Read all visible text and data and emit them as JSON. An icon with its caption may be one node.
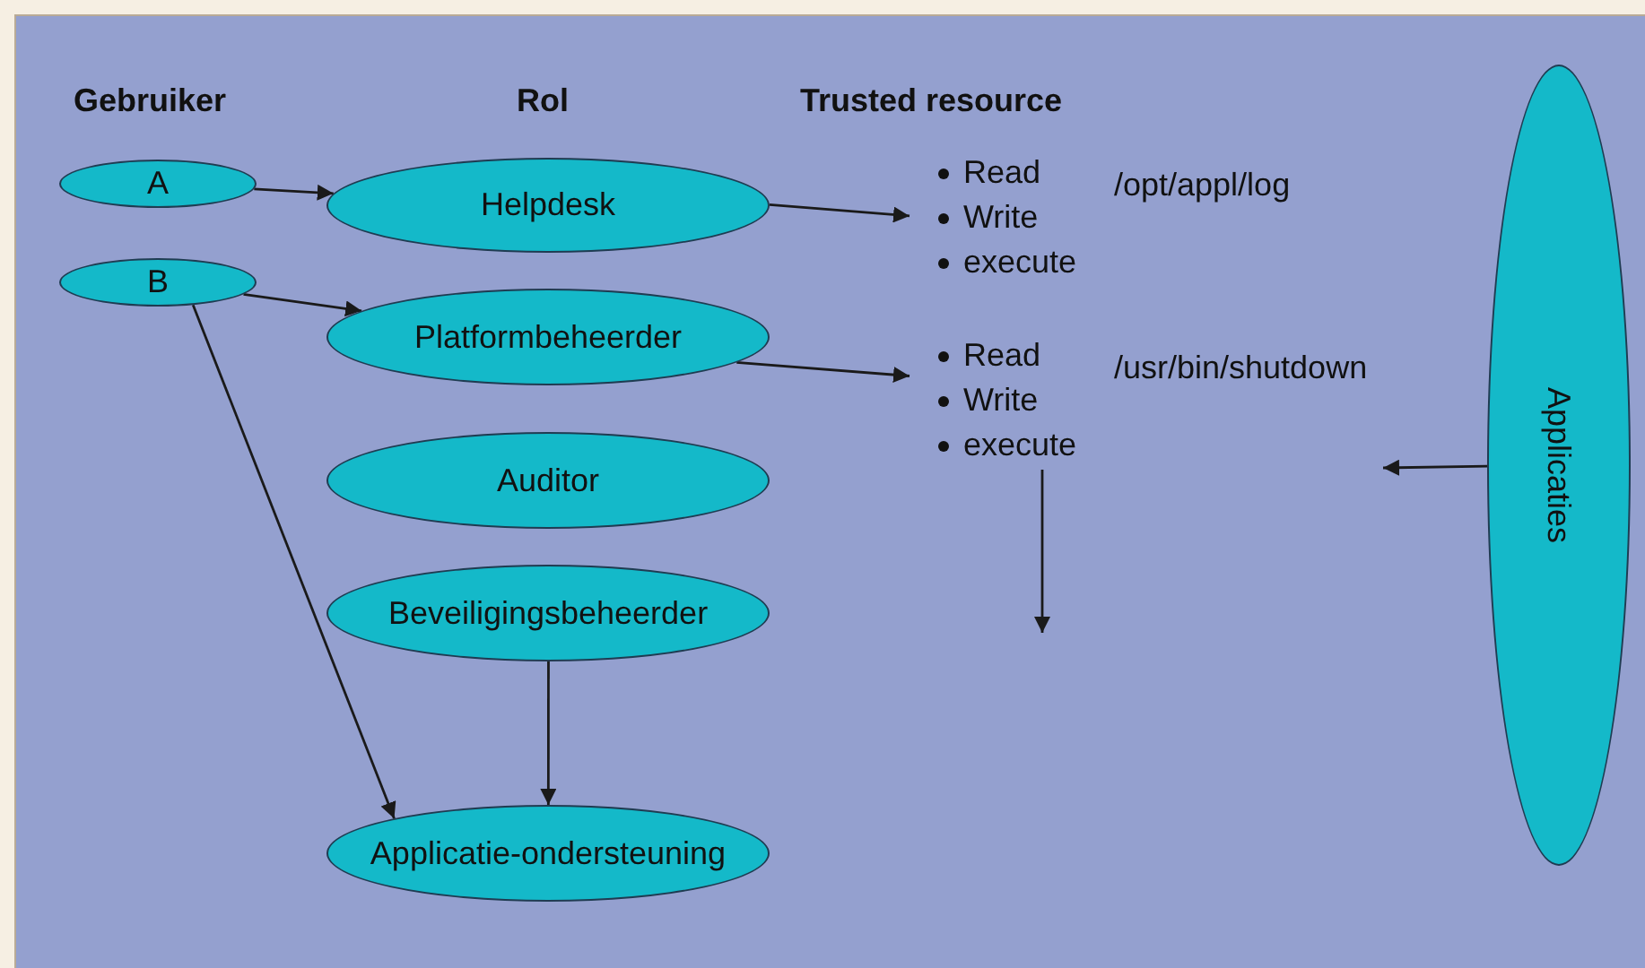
{
  "diagram": {
    "nodes": [
      {
        "text": [
          "A"
        ]
      },
      {
        "text": [
          "B"
        ]
      },
      {
        "text": [
          "Helpdesk"
        ]
      },
      {
        "text": [
          "Platformbeheerder"
        ]
      },
      {
        "text": [
          "Auditor"
        ]
      },
      {
        "text": [
          "Beveiligingsbeheerder"
        ]
      },
      {
        "text": [
          "Applicatie-ondersteuning"
        ]
      },
      {
        "text": [
          "Read",
          "Write",
          "execute"
        ]
      },
      {
        "text": [
          "Read",
          "Write",
          "execute"
        ]
      },
      {
        "text": [
          "Applicaties"
        ]
      }
    ],
    "edges": [
      {
        "from": 0,
        "to": 2,
        "arrow": "to"
      },
      {
        "from": 1,
        "to": 3,
        "arrow": "to"
      },
      {
        "from": 1,
        "to": 6,
        "arrow": "to"
      },
      {
        "from": 5,
        "to": 6,
        "arrow": "to"
      },
      {
        "from": 2,
        "to": 7,
        "arrow": "to"
      },
      {
        "from": 3,
        "to": 8,
        "arrow": "to"
      },
      {
        "from": 8,
        "to": null,
        "arrow": "to"
      },
      {
        "from": 9,
        "to": null,
        "arrow": "to"
      }
    ],
    "labels": [
      "Gebruiker",
      "Rol",
      "Trusted resource",
      "/opt/appl/log",
      "/usr/bin/shutdown"
    ]
  }
}
